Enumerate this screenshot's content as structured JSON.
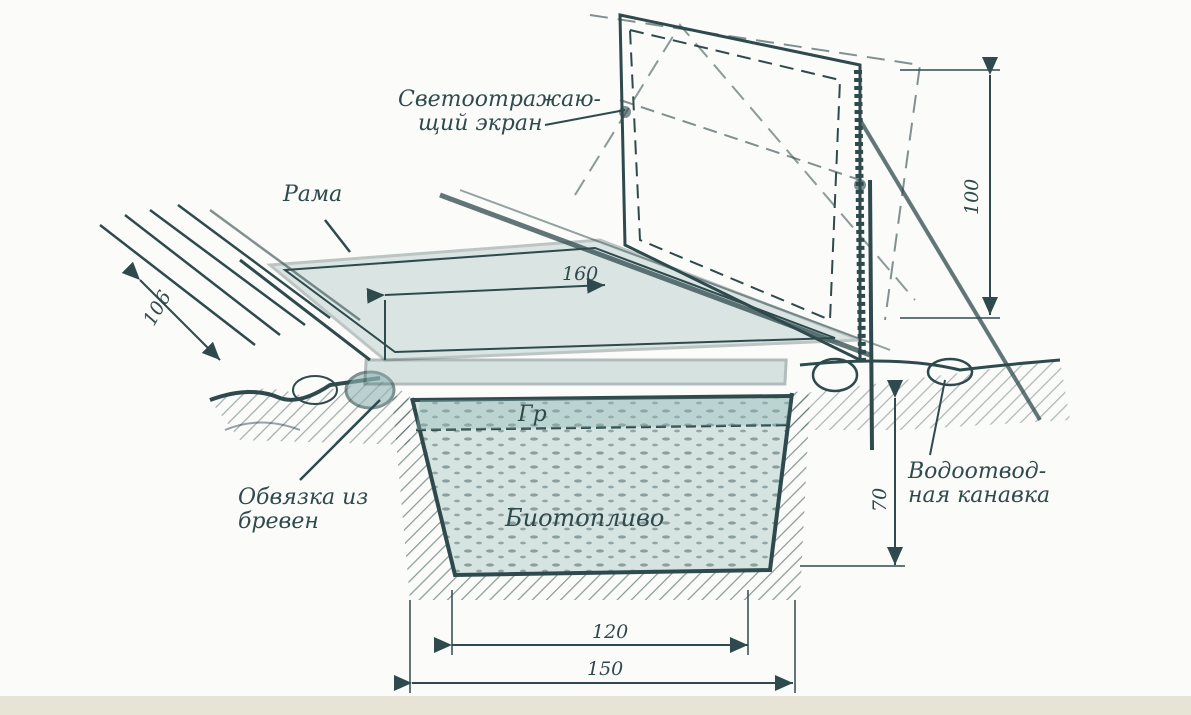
{
  "labels": {
    "screen_line1": "Светоотражаю-",
    "screen_line2": "щий экран",
    "frame": "Рама",
    "ground": "Гр",
    "biofuel": "Биотопливо",
    "logs_line1": "Обвязка из",
    "logs_line2": "бревен",
    "drain_line1": "Водоотвод-",
    "drain_line2": "ная канавка"
  },
  "dimensions": {
    "frame_length": "160",
    "frame_width": "106",
    "screen_height": "100",
    "pit_depth": "70",
    "pit_bottom": "120",
    "pit_top": "150"
  },
  "colors": {
    "ink": "#2f4a4d",
    "fill": "#8fb6b4",
    "paper": "#fbfbf9"
  }
}
